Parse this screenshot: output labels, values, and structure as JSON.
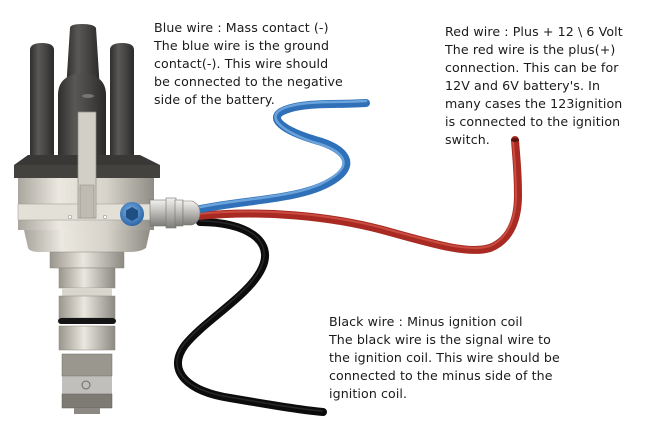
{
  "diagram": {
    "subject": "123ignition distributor wiring",
    "colors": {
      "blue_wire": "#4a8fd0",
      "red_wire": "#c0342a",
      "black_wire": "#151515",
      "cap": "#4a4846",
      "body": "#dcd9d0",
      "bolt": "#3d7fc2"
    },
    "labels": {
      "blue": {
        "title": "Blue wire : Mass contact (-)",
        "lines": [
          "The blue wire is the ground",
          "contact(-). This wire should",
          "be connected to the negative",
          "side of the battery."
        ]
      },
      "red": {
        "title": "Red wire : Plus + 12 \\ 6 Volt",
        "lines": [
          "The red wire is the plus(+)",
          "connection. This can be for",
          "12V and 6V battery's. In",
          "many cases the 123ignition",
          "is connected to the ignition",
          "switch."
        ]
      },
      "black": {
        "title": "Black wire : Minus ignition coil",
        "lines": [
          "The black wire is the signal wire to",
          "the ignition coil. This wire should be",
          "connected to the minus side of the",
          "ignition coil."
        ]
      }
    }
  }
}
